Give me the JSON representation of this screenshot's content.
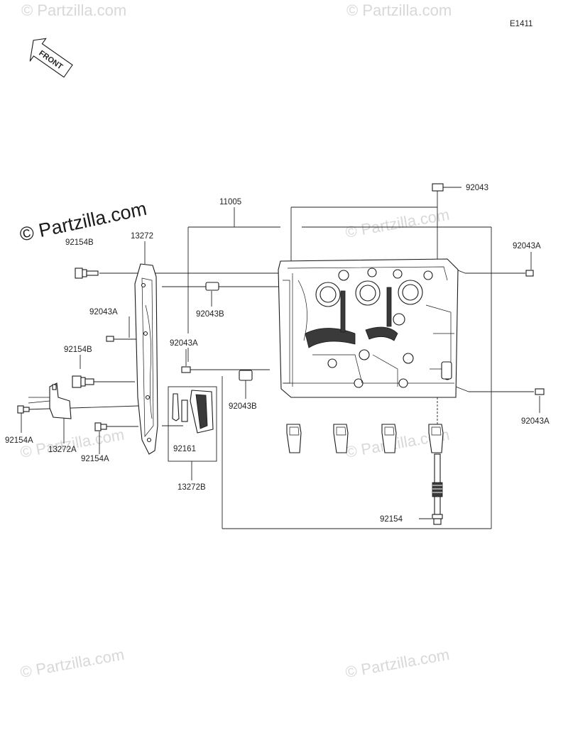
{
  "diagram_code": "E1411",
  "front_arrow_label": "FRONT",
  "watermark": "© Partzilla.com",
  "parts": {
    "p92043": "92043",
    "p11005": "11005",
    "p13272": "13272",
    "p92154B_top": "92154B",
    "p92043A_right_top": "92043A",
    "p92043B_top": "92043B",
    "p92043A_left": "92043A",
    "p92043A_mid": "92043A",
    "p92154B_mid": "92154B",
    "p92043B_mid": "92043B",
    "p92043A_right_bottom": "92043A",
    "p92154A_left": "92154A",
    "p13272A": "13272A",
    "p92154A_mid": "92154A",
    "p92161": "92161",
    "p13272B": "13272B",
    "p92154": "92154"
  }
}
